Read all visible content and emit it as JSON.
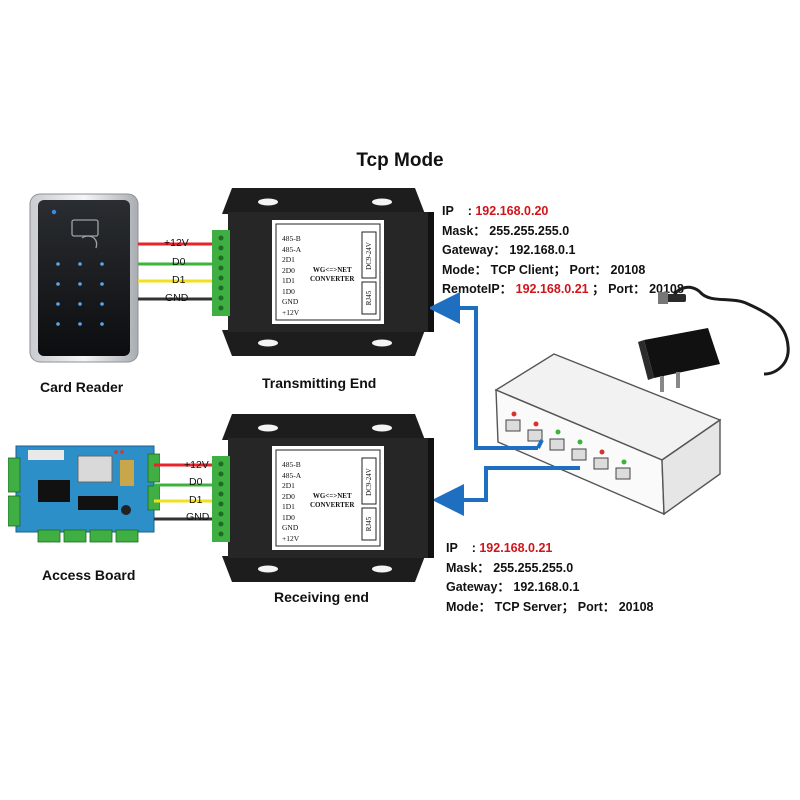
{
  "title": "Tcp Mode",
  "captions": {
    "card_reader": "Card Reader",
    "access_board": "Access Board",
    "transmitting_end": "Transmitting End",
    "receiving_end": "Receiving end"
  },
  "wires": {
    "labels": [
      "+12V",
      "D0",
      "D1",
      "GND"
    ],
    "colors": [
      "#e8232a",
      "#3cb43c",
      "#f2e01e",
      "#333333"
    ]
  },
  "converter": {
    "pins": [
      "485-B",
      "485-A",
      "2D1",
      "2D0",
      "1D1",
      "1D0",
      "GND",
      "+12V"
    ],
    "name_line1": "WG<=>NET",
    "name_line2": "CONVERTER",
    "power_label": "DC9-24V",
    "rj45_label": "RJ45"
  },
  "transmitting_info": {
    "ip_label": "IP    :",
    "ip_value": "192.168.0.20",
    "mask": "Mask： 255.255.255.0",
    "gateway": "Gateway： 192.168.0.1",
    "mode": "Mode： TCP Client； Port： 20108",
    "remote_label": "RemoteIP：",
    "remote_value": "192.168.0.21",
    "remote_port": "； Port： 20108"
  },
  "receiving_info": {
    "ip_label": "IP    :",
    "ip_value": "192.168.0.21",
    "mask": "Mask： 255.255.255.0",
    "gateway": "Gateway： 192.168.0.1",
    "mode": "Mode： TCP Server； Port： 20108"
  },
  "colors": {
    "accent_red": "#d0141a",
    "arrow_blue": "#1f6fc1",
    "converter_body": "#1d1d1d"
  }
}
